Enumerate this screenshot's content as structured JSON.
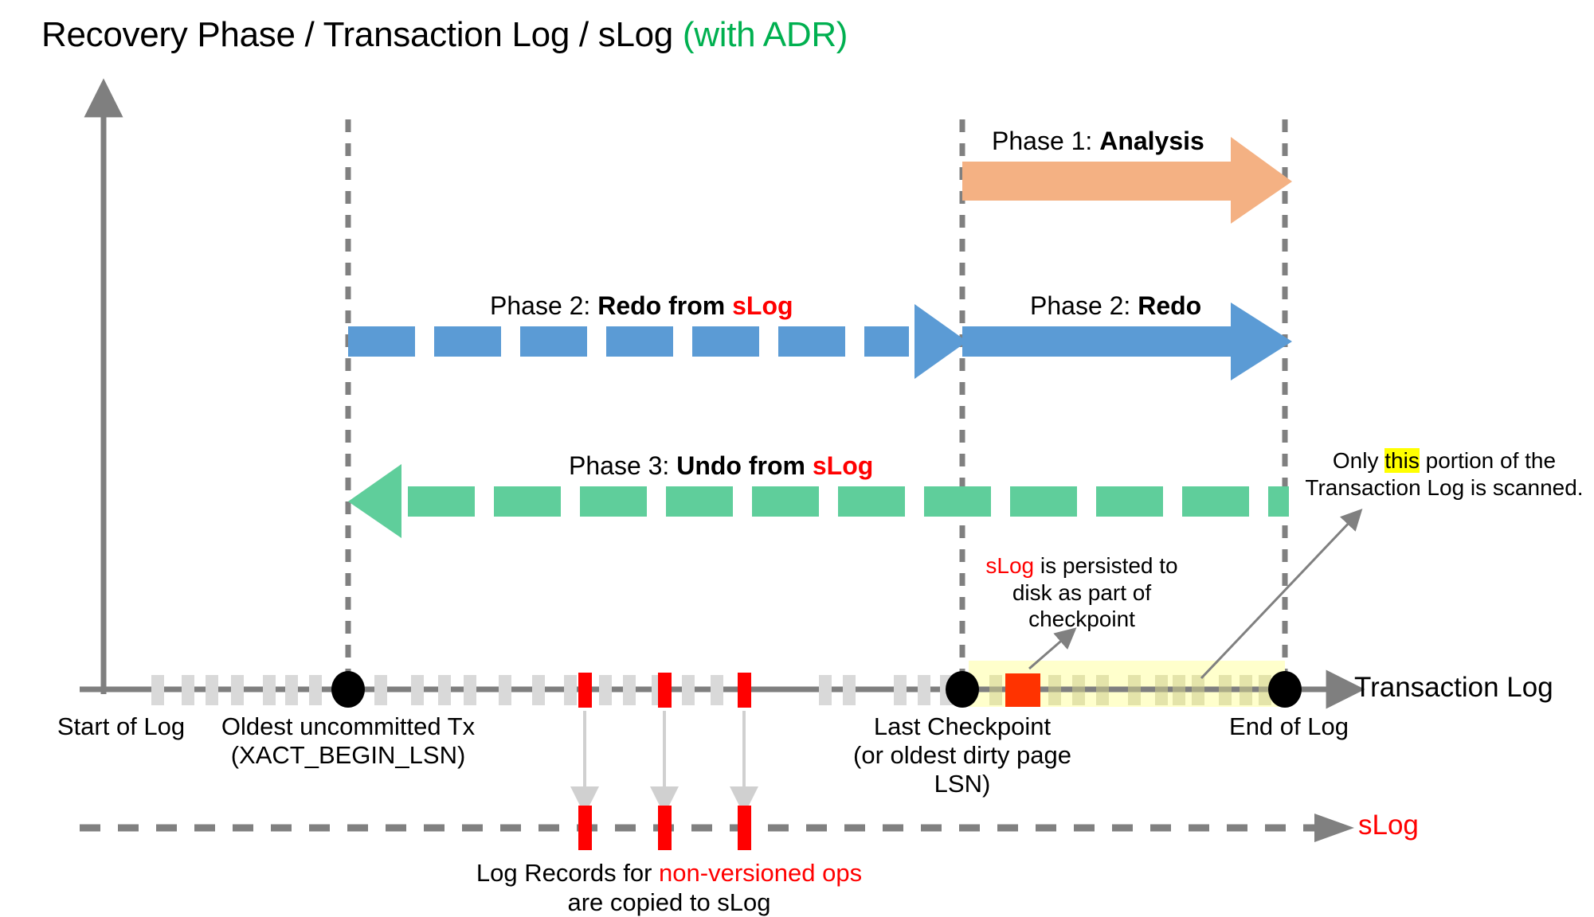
{
  "title": {
    "main": "Recovery Phase / Transaction Log / sLog ",
    "suffix": "(with ADR)"
  },
  "phases": [
    {
      "id": "phase1",
      "prefix": "Phase 1: ",
      "name": "Analysis",
      "color": "#F4B183",
      "style": "solid",
      "direction": "right",
      "from": "Last Checkpoint",
      "to": "End of Log"
    },
    {
      "id": "phase2-slog",
      "prefix": "Phase 2: ",
      "name": "Redo from ",
      "name_accent": "sLog",
      "color": "#5B9BD5",
      "style": "dashed",
      "direction": "right",
      "from": "Oldest uncommitted Tx",
      "to": "Last Checkpoint"
    },
    {
      "id": "phase2-redo",
      "prefix": "Phase 2: ",
      "name": "Redo",
      "color": "#5B9BD5",
      "style": "solid",
      "direction": "right",
      "from": "Last Checkpoint",
      "to": "End of Log"
    },
    {
      "id": "phase3-undo",
      "prefix": "Phase 3: ",
      "name": "Undo from ",
      "name_accent": "sLog",
      "color": "#5FCE9B",
      "style": "dashed",
      "direction": "left",
      "from": "End of Log",
      "to": "Oldest uncommitted Tx"
    }
  ],
  "timeline": {
    "axis_label": "Transaction Log",
    "markers": [
      {
        "id": "start-of-log",
        "label": "Start of Log",
        "sub": ""
      },
      {
        "id": "oldest-uncommitted-tx",
        "label": "Oldest uncommitted Tx",
        "sub": "(XACT_BEGIN_LSN)"
      },
      {
        "id": "last-checkpoint",
        "label": "Last Checkpoint",
        "sub": "(or oldest dirty page LSN)"
      },
      {
        "id": "end-of-log",
        "label": "End of Log",
        "sub": ""
      }
    ],
    "highlight_color": "#FFFFCC",
    "log_record_color": "#D9D9D9",
    "nonversioned_record_color": "#FF0000",
    "checkpoint_record_color": "#FF3300"
  },
  "slog": {
    "axis_label": "sLog",
    "color": "#FF0000",
    "record_count": 3
  },
  "annotations": [
    {
      "id": "checkpoint-note",
      "lines": [
        "sLog is persisted to",
        "disk as part of",
        "checkpoint"
      ],
      "accent": "sLog"
    },
    {
      "id": "scan-portion-note",
      "lines": [
        "Only this portion of the",
        "Transaction Log is scanned."
      ],
      "highlight_word": "this"
    },
    {
      "id": "copy-note",
      "lines": [
        "Log Records for non-versioned ops",
        "are copied to sLog"
      ],
      "accent": "non-versioned ops"
    }
  ],
  "colors": {
    "analysis": "#F4B183",
    "redo": "#5B9BD5",
    "undo": "#5FCE9B",
    "axis": "#7F7F7F",
    "dashed_guide": "#808080",
    "accent_red": "#FF0000",
    "accent_green": "#00B050",
    "highlight_yellow": "#FFFF00"
  }
}
